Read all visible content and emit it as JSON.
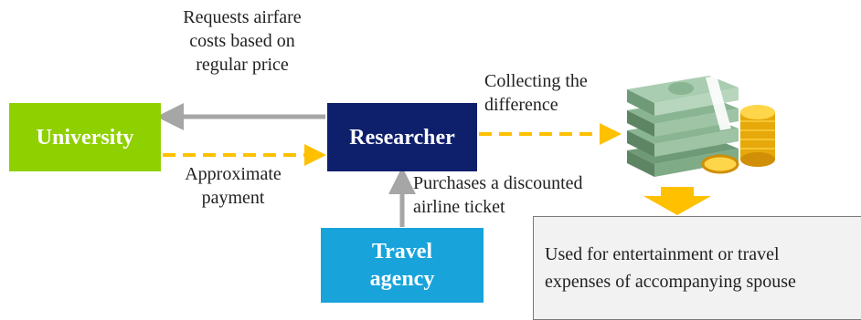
{
  "nodes": {
    "university": "University",
    "researcher": "Researcher",
    "travel_agency": "Travel\nagency"
  },
  "edges": {
    "requests": "Requests airfare\ncosts based on\nregular price",
    "approximate": "Approximate\npayment",
    "collecting": "Collecting the\ndifference",
    "purchases": "Purchases a discounted\nairline  ticket"
  },
  "note": "Used for entertainment  or travel\nexpenses of accompanying spouse",
  "colors": {
    "university": "#8fd000",
    "researcher": "#0e1f6b",
    "travel_agency": "#18a3db",
    "gray_arrow": "#a6a6a6",
    "dashed_arrow": "#ffc000",
    "down_arrow": "#ffc000"
  },
  "icons": [
    "money-stack-icon",
    "coins-icon"
  ]
}
